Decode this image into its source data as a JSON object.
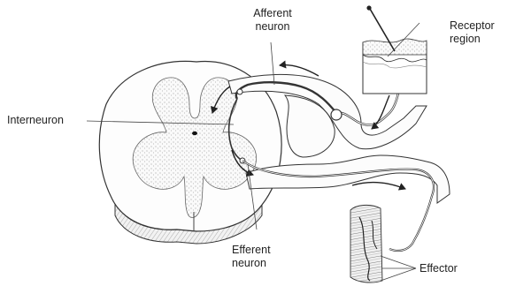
{
  "labels": {
    "afferent": [
      "Afferent",
      "neuron"
    ],
    "receptor": [
      "Receptor",
      "region"
    ],
    "interneuron": "Interneuron",
    "efferent": [
      "Efferent",
      "neuron"
    ],
    "effector": "Effector"
  }
}
